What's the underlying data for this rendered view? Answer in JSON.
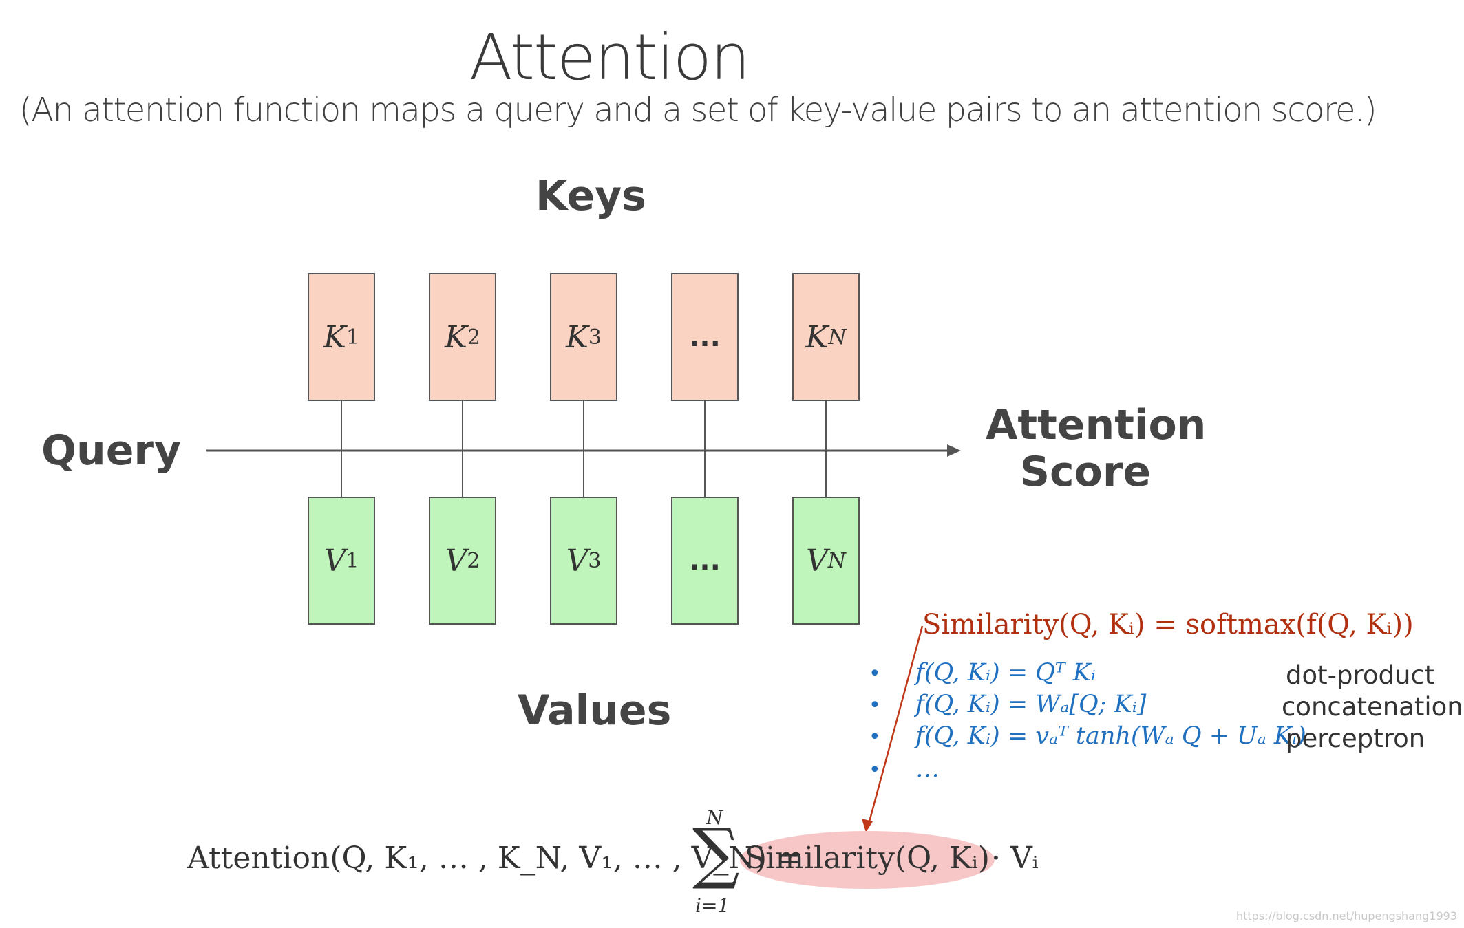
{
  "title": "Attention",
  "subtitle": "(An attention function maps a query and a set of key-value pairs to an attention score.)",
  "labels": {
    "keys": "Keys",
    "values": "Values",
    "query": "Query",
    "score_line1": "Attention",
    "score_line2": "Score"
  },
  "keys": [
    {
      "base": "K",
      "sub": "1"
    },
    {
      "base": "K",
      "sub": "2"
    },
    {
      "base": "K",
      "sub": "3"
    },
    {
      "base": "…",
      "sub": ""
    },
    {
      "base": "K",
      "sub": "N"
    }
  ],
  "values": [
    {
      "base": "V",
      "sub": "1"
    },
    {
      "base": "V",
      "sub": "2"
    },
    {
      "base": "V",
      "sub": "3"
    },
    {
      "base": "…",
      "sub": ""
    },
    {
      "base": "V",
      "sub": "N"
    }
  ],
  "similarity_formula": "Similarity(Q, Kᵢ) = softmax(f(Q, Kᵢ))",
  "score_functions": [
    {
      "formula": "f(Q, Kᵢ) = Qᵀ Kᵢ",
      "name": "dot-product"
    },
    {
      "formula": "f(Q, Kᵢ) = Wₐ[Q; Kᵢ]",
      "name": "concatenation"
    },
    {
      "formula": "f(Q, Kᵢ) = vₐᵀ tanh(Wₐ Q + Uₐ Kᵢ)",
      "name": "perceptron"
    },
    {
      "formula": "…",
      "name": ""
    }
  ],
  "attention_formula": {
    "lhs": "Attention(Q, K₁, … , K_N, V₁, … , V_N) =",
    "sum_top": "N",
    "sum_bottom": "i=1",
    "highlight": "Similarity(Q, Kᵢ)",
    "tail": "· Vᵢ"
  },
  "watermark": "https://blog.csdn.net/hupengshang1993",
  "colors": {
    "key_fill": "#fbd3c2",
    "value_fill": "#bff4bb",
    "formula_blue": "#2070c0",
    "formula_red": "#b03010",
    "highlight_ellipse": "#f7c7c7"
  }
}
